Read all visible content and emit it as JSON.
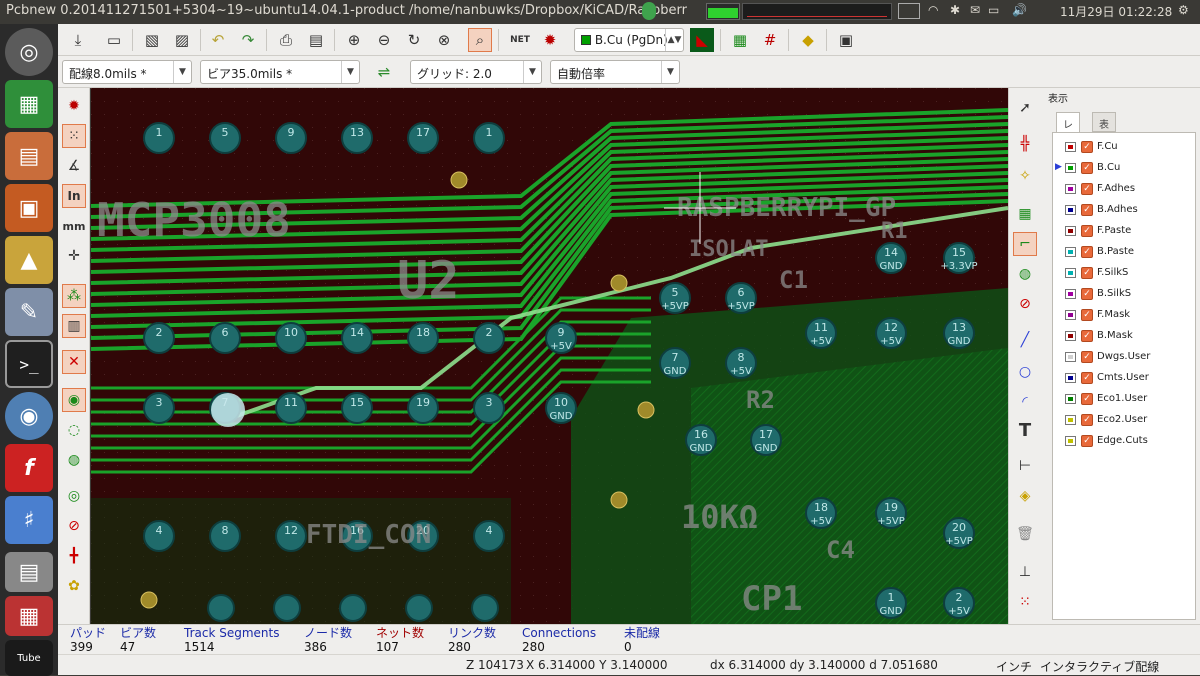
{
  "window": {
    "title": "Pcbnew 0.201411271501+5304~19~ubuntu14.04.1-product /home/nanbuwks/Dropbox/KiCAD/Raspberr",
    "clock": "11月29日 01:22:28"
  },
  "toolbar": {
    "layer_select": "B.Cu (PgDn)",
    "track_width": "配線8.0mils *",
    "via_size": "ビア35.0mils *",
    "grid": "グリッド: 2.0",
    "zoom": "自動倍率"
  },
  "left_tools": {
    "inch_label": "In",
    "mm_label": "mm"
  },
  "panel": {
    "header": "表示",
    "tabs": [
      "レイヤ",
      "表示"
    ],
    "layers": [
      {
        "name": "F.Cu",
        "color": "#c00000",
        "checked": true
      },
      {
        "name": "B.Cu",
        "color": "#00a000",
        "checked": true,
        "active": true
      },
      {
        "name": "F.Adhes",
        "color": "#a000a0",
        "checked": true
      },
      {
        "name": "B.Adhes",
        "color": "#000090",
        "checked": true
      },
      {
        "name": "F.Paste",
        "color": "#900000",
        "checked": true
      },
      {
        "name": "B.Paste",
        "color": "#00b0b0",
        "checked": true
      },
      {
        "name": "F.SilkS",
        "color": "#00b0b0",
        "checked": true
      },
      {
        "name": "B.SilkS",
        "color": "#a000a0",
        "checked": true
      },
      {
        "name": "F.Mask",
        "color": "#900090",
        "checked": true
      },
      {
        "name": "B.Mask",
        "color": "#900000",
        "checked": true
      },
      {
        "name": "Dwgs.User",
        "color": "#d0d0d0",
        "checked": true
      },
      {
        "name": "Cmts.User",
        "color": "#000090",
        "checked": true
      },
      {
        "name": "Eco1.User",
        "color": "#008000",
        "checked": true
      },
      {
        "name": "Eco2.User",
        "color": "#c0c000",
        "checked": true
      },
      {
        "name": "Edge.Cuts",
        "color": "#c0c000",
        "checked": true
      }
    ]
  },
  "stats": [
    {
      "label": "パッド",
      "value": "399",
      "color": "#1b2aa8"
    },
    {
      "label": "ビア数",
      "value": "47",
      "color": "#1b2aa8"
    },
    {
      "label": "Track Segments",
      "value": "1514",
      "color": "#1b2aa8"
    },
    {
      "label": "ノード数",
      "value": "386",
      "color": "#1b2aa8"
    },
    {
      "label": "ネット数",
      "value": "107",
      "color": "#a00000"
    },
    {
      "label": "リンク数",
      "value": "280",
      "color": "#1b2aa8"
    },
    {
      "label": "Connections",
      "value": "280",
      "color": "#1b2aa8"
    },
    {
      "label": "未配線",
      "value": "0",
      "color": "#1b2aa8"
    }
  ],
  "statusbar": {
    "z": "Z 104173",
    "xy": "X 6.314000  Y 3.140000",
    "delta": "dx 6.314000  dy 3.140000  d 7.051680",
    "units": "インチ",
    "mode": "インタラクティブ配線"
  },
  "board": {
    "silk_texts": [
      "MCP3008",
      "U2",
      "RASPBERRYPI_GP",
      "C1",
      "R2",
      "C4",
      "CP1",
      "R1",
      "FTDI_CON",
      "10KΩ",
      "ISOLAT"
    ],
    "pad_labels": [
      "+5VP",
      "+5VP",
      "GND",
      "+5V",
      "+5V",
      "GND",
      "+5V",
      "+5V",
      "GND",
      "GND",
      "+3.3VP",
      "GND",
      "GND",
      "+5V"
    ],
    "pad_numbers": [
      "1",
      "2",
      "3",
      "4",
      "5",
      "6",
      "7",
      "8",
      "9",
      "10",
      "11",
      "12",
      "13",
      "14",
      "15",
      "16",
      "17",
      "18",
      "19",
      "20"
    ]
  }
}
